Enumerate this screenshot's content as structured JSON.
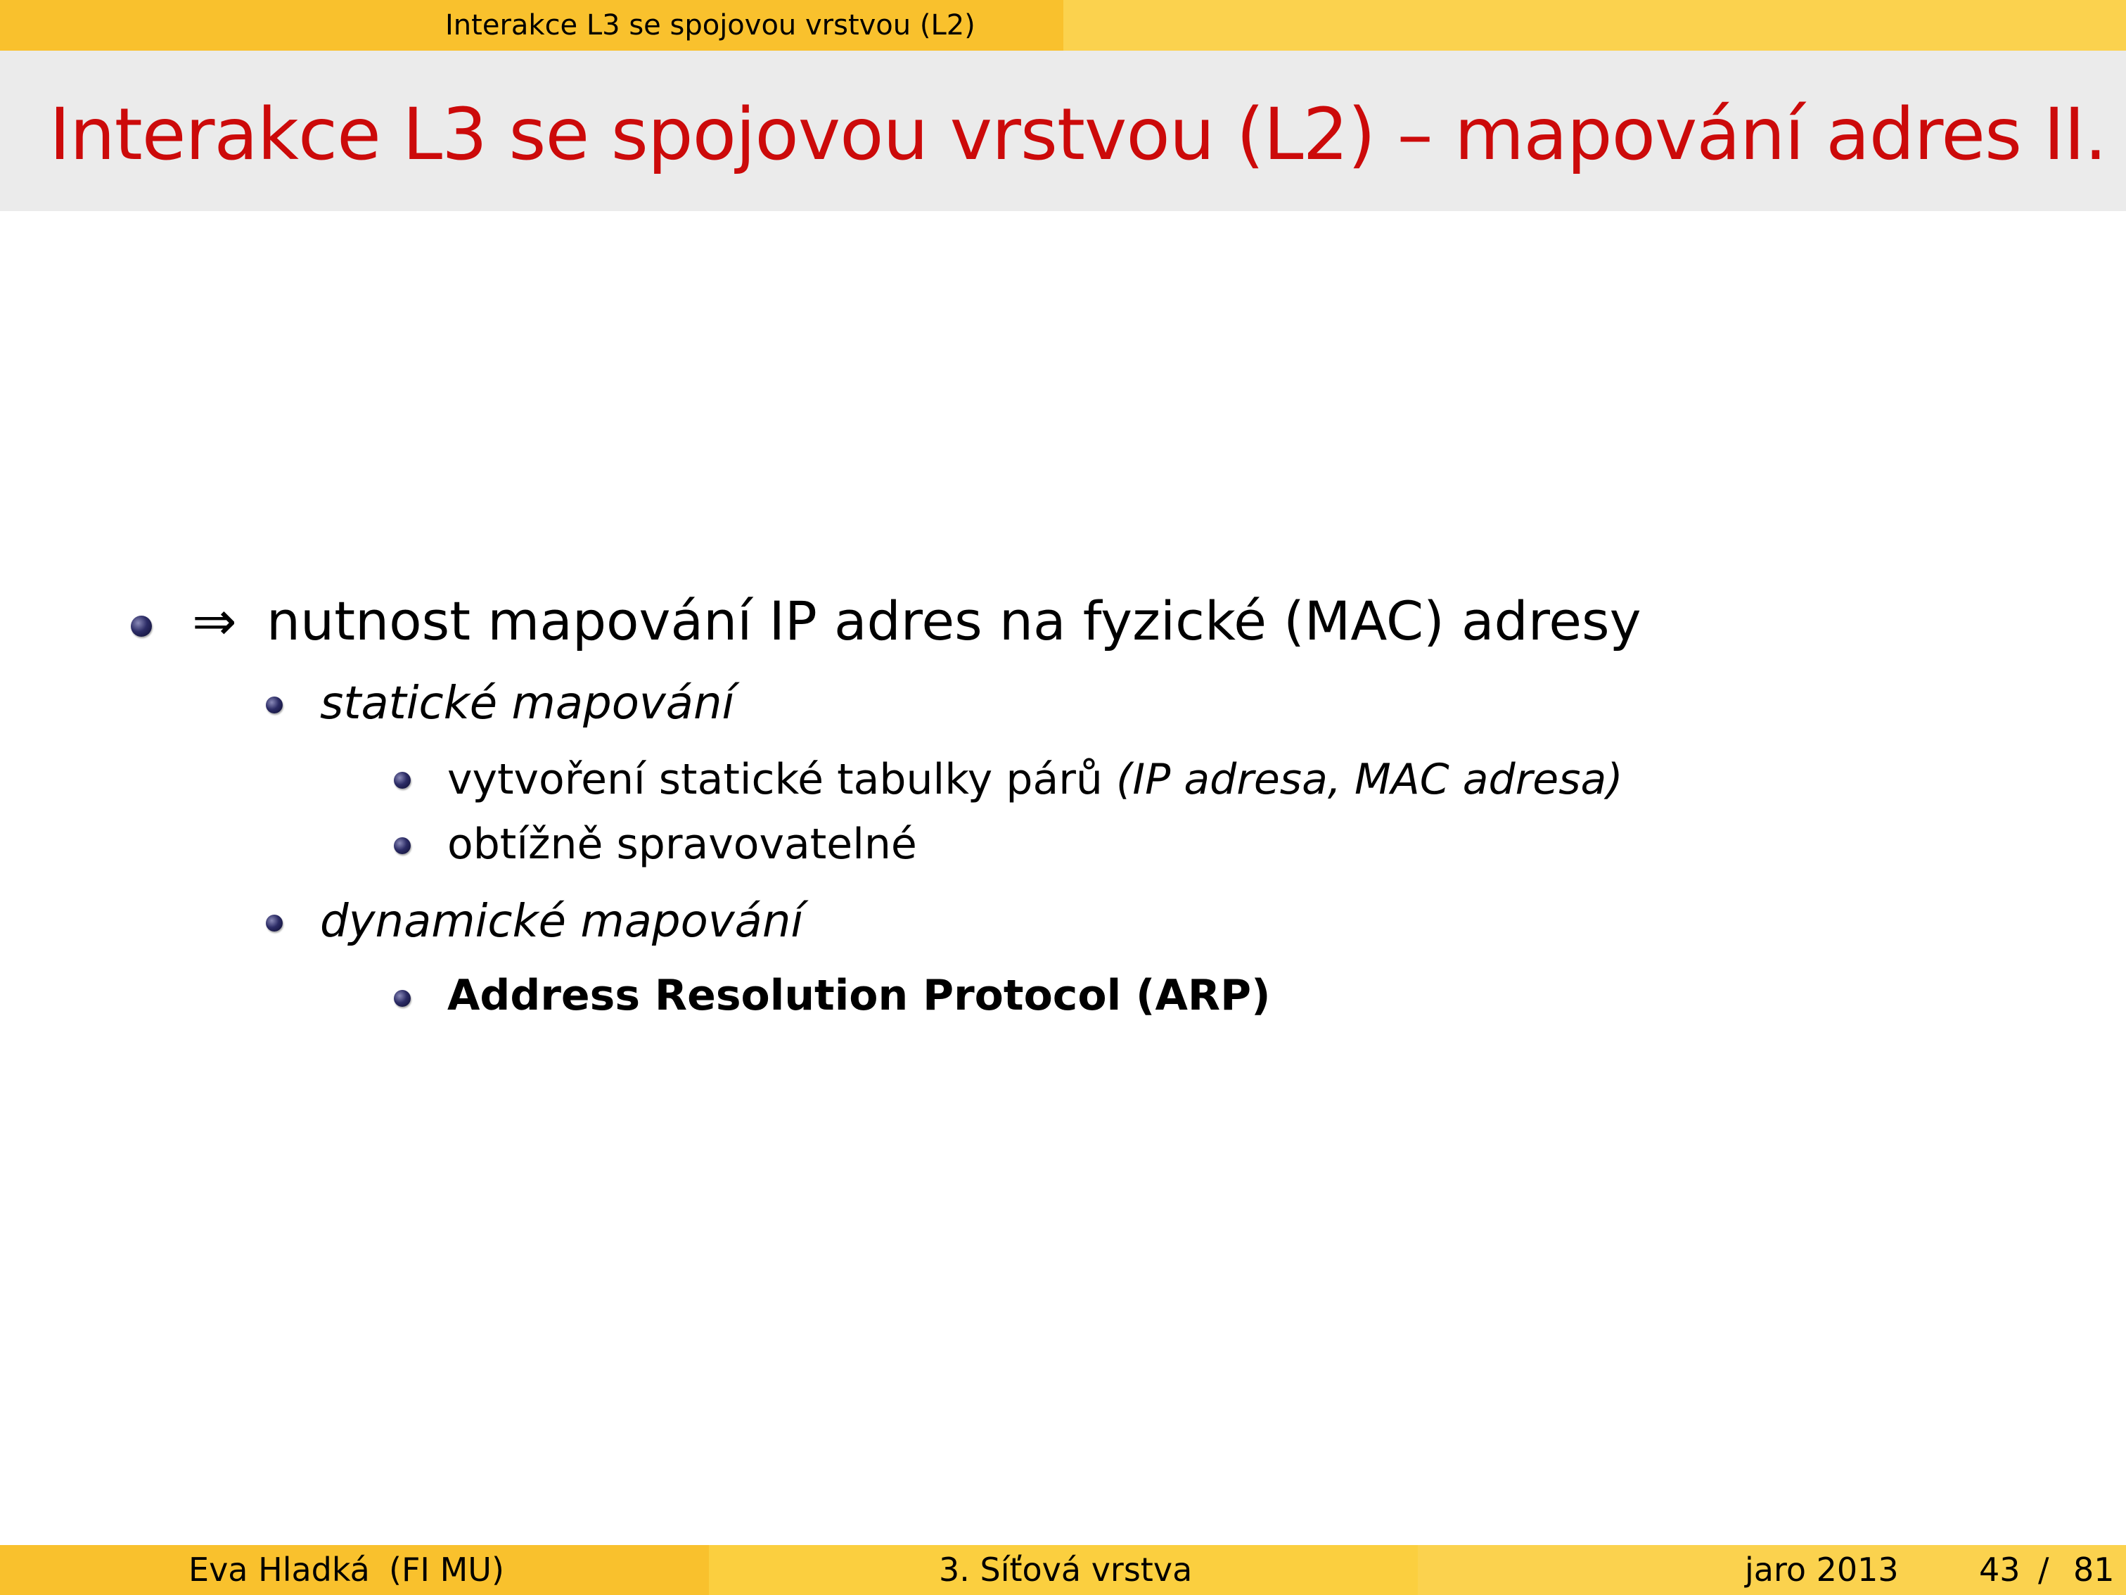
{
  "header": {
    "section": "Interakce L3 se spojovou vrstvou (L2)"
  },
  "frame": {
    "title": "Interakce L3 se spojovou vrstvou (L2) – mapování adres II."
  },
  "content": {
    "item1": {
      "arrow": "⇒",
      "text": "nutnost mapování IP adres na fyzické (MAC) adresy"
    },
    "sub1": {
      "text": "statické mapování",
      "items": [
        {
          "text": "vytvoření statické tabulky párů ",
          "italic": "(IP adresa, MAC adresa)"
        },
        {
          "text": "obtížně spravovatelné"
        }
      ]
    },
    "sub2": {
      "text": "dynamické mapování",
      "items": [
        {
          "text": "Address Resolution Protocol (ARP)"
        }
      ]
    }
  },
  "footer": {
    "author": "Eva Hladká",
    "institute": "(FI MU)",
    "topic": "3. Síťová vrstva",
    "date": "jaro 2013",
    "page_current": "43",
    "page_sep": "/",
    "page_total": "81"
  },
  "colors": {
    "title_red": "#cc0a0a",
    "bar_yellow": "#f9c12d",
    "bar_yellow_light": "#fbd24e",
    "title_bg": "#ebebeb",
    "bullet": "#1a1a4a"
  }
}
